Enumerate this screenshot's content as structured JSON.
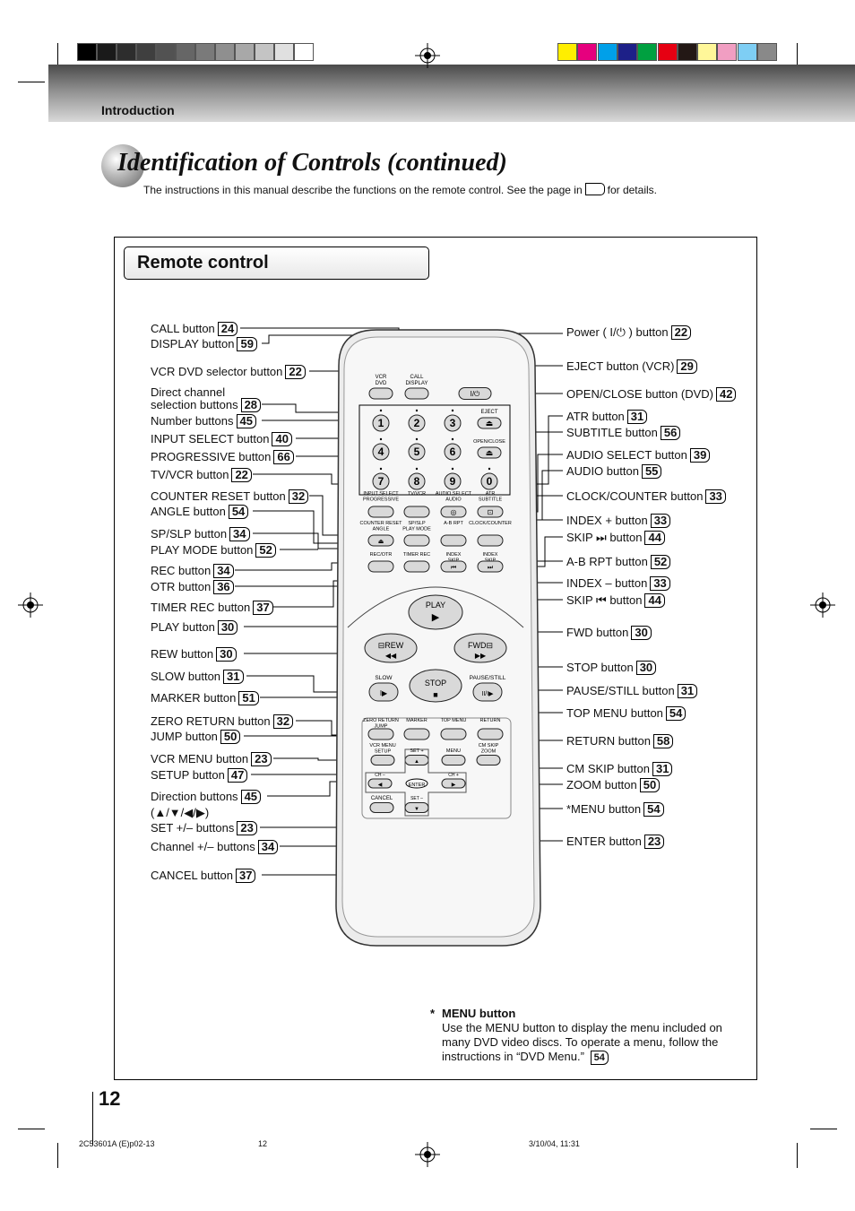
{
  "header": {
    "section": "Introduction",
    "title": "Identification of Controls (continued)",
    "intro_before": "The instructions in this manual describe the functions on the remote control. See the page in",
    "intro_after": "for details."
  },
  "panel": {
    "heading": "Remote control"
  },
  "left_labels": [
    {
      "text": "CALL button",
      "page": "24"
    },
    {
      "text": "DISPLAY button",
      "page": "59"
    },
    {
      "text": "VCR DVD selector button",
      "page": "22"
    },
    {
      "text": "Direct channel",
      "page": ""
    },
    {
      "text": "selection buttons",
      "page": "28"
    },
    {
      "text": "Number buttons",
      "page": "45"
    },
    {
      "text": "INPUT SELECT button",
      "page": "40"
    },
    {
      "text": "PROGRESSIVE button",
      "page": "66"
    },
    {
      "text": "TV/VCR button",
      "page": "22"
    },
    {
      "text": "COUNTER RESET button",
      "page": "32"
    },
    {
      "text": "ANGLE button",
      "page": "54"
    },
    {
      "text": "SP/SLP button",
      "page": "34"
    },
    {
      "text": "PLAY MODE button",
      "page": "52"
    },
    {
      "text": "REC button",
      "page": "34"
    },
    {
      "text": "OTR button",
      "page": "36"
    },
    {
      "text": "TIMER REC button",
      "page": "37"
    },
    {
      "text": "PLAY button",
      "page": "30"
    },
    {
      "text": "REW button",
      "page": "30"
    },
    {
      "text": "SLOW button",
      "page": "31"
    },
    {
      "text": "MARKER button",
      "page": "51"
    },
    {
      "text": "ZERO RETURN button",
      "page": "32"
    },
    {
      "text": "JUMP button",
      "page": "50"
    },
    {
      "text": "VCR MENU button",
      "page": "23"
    },
    {
      "text": "SETUP button",
      "page": "47"
    },
    {
      "text": "Direction buttons",
      "page": "45"
    },
    {
      "text": "(▲/▼/◀/▶)",
      "page": ""
    },
    {
      "text": "SET +/– buttons",
      "page": "23"
    },
    {
      "text": "Channel +/– buttons",
      "page": "34"
    },
    {
      "text": "CANCEL button",
      "page": "37"
    }
  ],
  "right_labels": [
    {
      "text": "Power ( I/⏻ ) button",
      "page": "22"
    },
    {
      "text": "EJECT button (VCR)",
      "page": "29"
    },
    {
      "text": "OPEN/CLOSE button (DVD)",
      "page": "42"
    },
    {
      "text": "ATR button",
      "page": "31"
    },
    {
      "text": "SUBTITLE button",
      "page": "56"
    },
    {
      "text": "AUDIO SELECT button",
      "page": "39"
    },
    {
      "text": "AUDIO button",
      "page": "55"
    },
    {
      "text": "CLOCK/COUNTER button",
      "page": "33"
    },
    {
      "text": "INDEX + button",
      "page": "33"
    },
    {
      "text": "SKIP ⏭ button",
      "page": "44"
    },
    {
      "text": "A-B RPT button",
      "page": "52"
    },
    {
      "text": "INDEX – button",
      "page": "33"
    },
    {
      "text": "SKIP ⏮ button",
      "page": "44"
    },
    {
      "text": "FWD button",
      "page": "30"
    },
    {
      "text": "STOP button",
      "page": "30"
    },
    {
      "text": "PAUSE/STILL button",
      "page": "31"
    },
    {
      "text": "TOP MENU button",
      "page": "54"
    },
    {
      "text": "RETURN button",
      "page": "58"
    },
    {
      "text": "CM SKIP button",
      "page": "31"
    },
    {
      "text": "ZOOM button",
      "page": "50"
    },
    {
      "text": "*MENU button",
      "page": "54"
    },
    {
      "text": "ENTER button",
      "page": "23"
    }
  ],
  "remote": {
    "top_labels": [
      "VCR\nDVD",
      "CALL\nDISPLAY"
    ],
    "eject": "EJECT",
    "open_close": "OPEN/CLOSE",
    "digits": [
      "1",
      "2",
      "3",
      "4",
      "5",
      "6",
      "7",
      "8",
      "9",
      "0"
    ],
    "row_a": [
      "INPUT SELECT\nPROGRESSIVE",
      "TV/VCR",
      "AUDIO SELECT\nAUDIO",
      "ATR\nSUBTITLE"
    ],
    "row_b": [
      "COUNTER RESET\nANGLE",
      "SP/SLP\nPLAY MODE",
      "A-B RPT",
      "CLOCK/COUNTER"
    ],
    "row_c": [
      "REC/OTR",
      "TIMER REC",
      "INDEX\nSKIP",
      "INDEX\nSKIP"
    ],
    "play": "PLAY",
    "rew": "REW",
    "fwd": "FWD",
    "slow": "SLOW",
    "stop": "STOP",
    "pause": "PAUSE/STILL",
    "row_d": [
      "ZERO RETURN\nJUMP",
      "MARKER",
      "TOP MENU",
      "RETURN"
    ],
    "row_e": [
      "VCR MENU\nSETUP",
      "SET +",
      "MENU",
      "CM SKIP\nZOOM"
    ],
    "row_f": [
      "CH –",
      "ENTER",
      "CH +"
    ],
    "row_g": [
      "CANCEL",
      "SET –"
    ]
  },
  "note": {
    "star": "*",
    "title": "MENU button",
    "body": "Use the MENU button to display the menu included on many DVD video discs. To operate a menu, follow the instructions in “DVD Menu.”",
    "page": "54"
  },
  "footer": {
    "page_number": "12",
    "code": "2C53601A (E)p02-13",
    "sheet": "12",
    "date": "3/10/04, 11:31"
  },
  "colors": {
    "swatches_left": [
      "#000000",
      "#1a1a1a",
      "#2d2d2d",
      "#3f3f3f",
      "#525252",
      "#666666",
      "#7a7a7a",
      "#8f8f8f",
      "#a8a8a8",
      "#c4c4c4",
      "#e0e0e0",
      "#ffffff"
    ],
    "swatches_right": [
      "#ffee00",
      "#e6007e",
      "#00a0e9",
      "#1d2088",
      "#00a040",
      "#e60012",
      "#231815",
      "#fff799",
      "#f19ec2",
      "#7ecef4",
      "#898989"
    ]
  }
}
